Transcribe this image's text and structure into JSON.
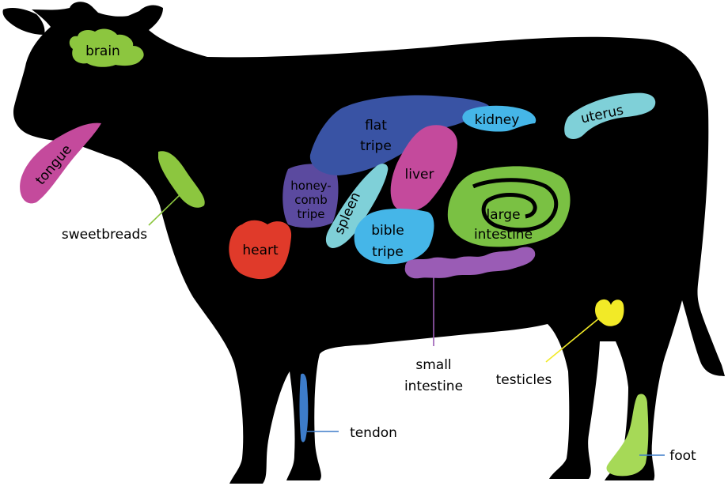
{
  "colors": {
    "body": "#000000",
    "brain": "#8cc63f",
    "tongue": "#c44a9c",
    "sweetbreads": "#8cc63f",
    "heart": "#e03a2a",
    "honeycomb_tripe": "#5b4a9f",
    "flat_tripe": "#3953a4",
    "kidney": "#45b6e8",
    "liver": "#c44a9c",
    "spleen": "#7fd0d8",
    "bible_tripe": "#45b6e8",
    "large_intestine": "#7ac143",
    "small_intestine": "#9a5cb5",
    "uterus": "#7fd0d8",
    "tendon": "#3d7cc9",
    "testicles": "#f2ea27",
    "foot": "#a6d957"
  },
  "labels": {
    "brain": "brain",
    "tongue": "tongue",
    "sweetbreads": "sweetbreads",
    "heart": "heart",
    "honeycomb_line1": "honey-",
    "honeycomb_line2": "comb",
    "honeycomb_line3": "tripe",
    "flat_line1": "flat",
    "flat_line2": "tripe",
    "kidney": "kidney",
    "liver": "liver",
    "spleen": "spleen",
    "bible_line1": "bible",
    "bible_line2": "tripe",
    "large_line1": "large",
    "large_line2": "intestine",
    "uterus": "uterus",
    "small_line1": "small",
    "small_line2": "intestine",
    "testicles": "testicles",
    "tendon": "tendon",
    "foot": "foot"
  }
}
